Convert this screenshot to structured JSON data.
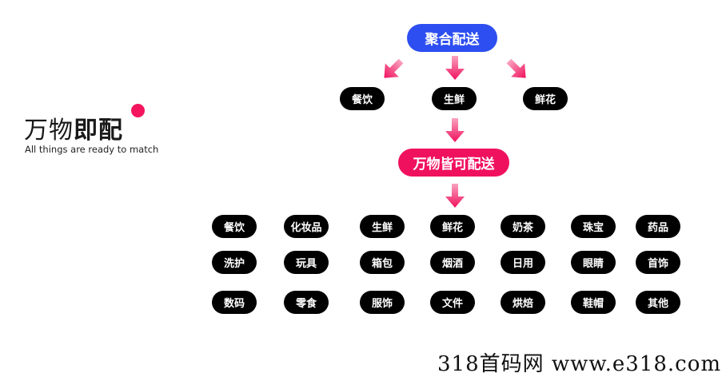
{
  "header": {
    "title_light": "万物",
    "title_bold": "即配",
    "subtitle": "All things are ready to match"
  },
  "diagram": {
    "top_label": "聚合配送",
    "top_children": [
      "餐饮",
      "生鲜",
      "鲜花"
    ],
    "middle_label": "万物皆可配送",
    "grid": [
      [
        "餐饮",
        "化妆品",
        "生鲜",
        "鲜花",
        "奶茶",
        "珠宝",
        "药品"
      ],
      [
        "洗护",
        "玩具",
        "箱包",
        "烟酒",
        "日用",
        "眼睛",
        "首饰"
      ],
      [
        "数码",
        "零食",
        "服饰",
        "文件",
        "烘焙",
        "鞋帽",
        "其他"
      ]
    ],
    "colors": {
      "blue": "#2d4ef0",
      "pink": "#f0115e",
      "chip": "#000000",
      "arrow_top": "#f8a3bf",
      "arrow_bottom": "#f0115e"
    }
  },
  "watermark": "318首码网   www.e318.com"
}
